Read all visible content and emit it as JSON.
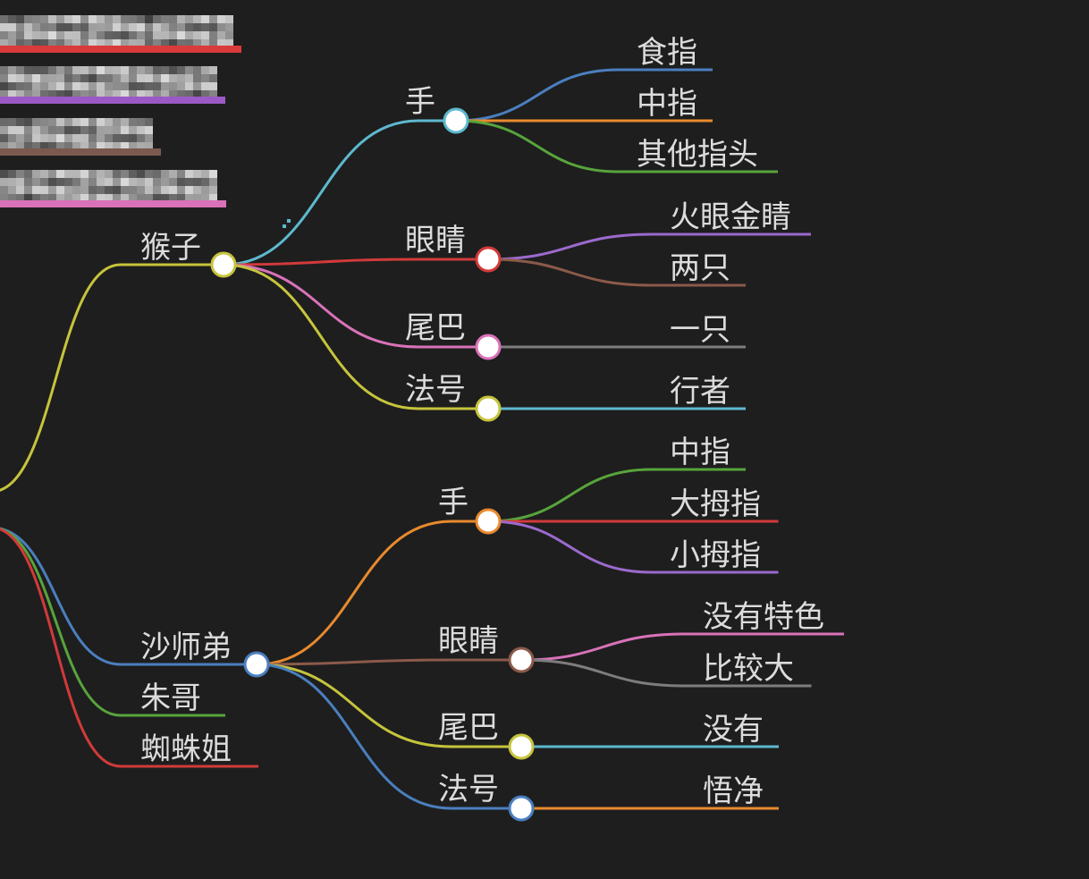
{
  "mindmap": {
    "top_blurred": [
      {
        "label": "",
        "color": "#d93a3a"
      },
      {
        "label": "",
        "color": "#9b59c6"
      },
      {
        "label": "",
        "color": "#7a5a4e"
      },
      {
        "label": "",
        "color": "#d972b9"
      }
    ],
    "branches": [
      {
        "id": "monkey",
        "label": "猴子",
        "color": "#c6c43c",
        "children": [
          {
            "label": "手",
            "color": "#5db9ce",
            "children": [
              {
                "label": "食指",
                "color": "#4a7fbf"
              },
              {
                "label": "中指",
                "color": "#e88a2e"
              },
              {
                "label": "其他指头",
                "color": "#57a43b"
              }
            ]
          },
          {
            "label": "眼睛",
            "color": "#d23a3a",
            "children": [
              {
                "label": "火眼金睛",
                "color": "#9b6acd"
              },
              {
                "label": "两只",
                "color": "#8b5a4a"
              }
            ]
          },
          {
            "label": "尾巴",
            "color": "#d972b9",
            "children": [
              {
                "label": "一只",
                "color": "#7d7d7d"
              }
            ]
          },
          {
            "label": "法号",
            "color": "#c6c43c",
            "children": [
              {
                "label": "行者",
                "color": "#5db9ce"
              }
            ]
          }
        ]
      },
      {
        "id": "sha",
        "label": "沙师弟",
        "color": "#4a7fbf",
        "children": [
          {
            "label": "手",
            "color": "#e88a2e",
            "children": [
              {
                "label": "中指",
                "color": "#57a43b"
              },
              {
                "label": "大拇指",
                "color": "#d23a3a"
              },
              {
                "label": "小拇指",
                "color": "#9b6acd"
              }
            ]
          },
          {
            "label": "眼睛",
            "color": "#8b5a4a",
            "children": [
              {
                "label": "没有特色",
                "color": "#d972b9"
              },
              {
                "label": "比较大",
                "color": "#7d7d7d"
              }
            ]
          },
          {
            "label": "尾巴",
            "color": "#c6c43c",
            "children": [
              {
                "label": "没有",
                "color": "#5db9ce"
              }
            ]
          },
          {
            "label": "法号",
            "color": "#4a7fbf",
            "children": [
              {
                "label": "悟净",
                "color": "#e88a2e"
              }
            ]
          }
        ]
      },
      {
        "id": "zhu",
        "label": "朱哥",
        "color": "#57a43b",
        "children": []
      },
      {
        "id": "spider",
        "label": "蜘蛛姐",
        "color": "#d23a3a",
        "children": []
      }
    ]
  }
}
